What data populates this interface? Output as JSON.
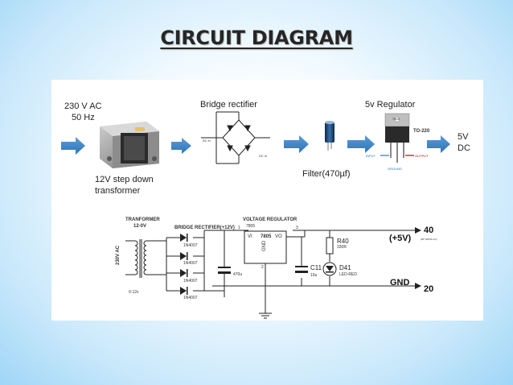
{
  "slide": {
    "title": "CIRCUIT DIAGRAM"
  },
  "block_diagram": {
    "input_line1": "230 V AC",
    "input_line2": "50 Hz",
    "transformer_line1": "12V step down",
    "transformer_line2": "transformer",
    "rectifier_title": "Bridge rectifier",
    "rectifier_ac_in": "AC in",
    "rectifier_dc_in": "DC in",
    "filter_label": "Filter(470µf)",
    "regulator_title": "5v Regulator",
    "regulator_chip": "7805",
    "regulator_package": "TO-220",
    "pin_input": "INPUT",
    "pin_output": "OUTPUT",
    "pin_ground": "GROUND",
    "output_line1": "5V",
    "output_line2": "DC"
  },
  "schematic": {
    "transformer_title": "TRANFORMER",
    "transformer_rating": "12-0V",
    "transformer_primary": "230V AC",
    "transformer_secondary": "0-12v",
    "bridge_title": "BRIDGE RECTIFIER(+12V)",
    "diodes": [
      "1N4007",
      "1N4007",
      "1N4007",
      "1N4007"
    ],
    "filter_cap": "470u",
    "regulator_title": "VOLTAGE REGULATOR",
    "regulator_part": "7805",
    "regulator_ic": "7805",
    "regulator_vi": "VI",
    "regulator_vo": "VO",
    "regulator_gnd": "GND",
    "pin1": "1",
    "pin2": "2",
    "pin3": "3",
    "resistor_name": "R40",
    "resistor_value": "330R",
    "cap_name": "C11",
    "cap_value": "10u",
    "led_name": "D41",
    "led_value": "LED-RED",
    "out_pin": "40",
    "out_label": "(+5V)",
    "out_note": "(DP 8463A-LN)",
    "gnd_pin": "20",
    "gnd_label": "GND"
  },
  "colors": {
    "arrow": "#2e75b6",
    "wire": "#222222",
    "background_edge": "#9fd6f6"
  }
}
